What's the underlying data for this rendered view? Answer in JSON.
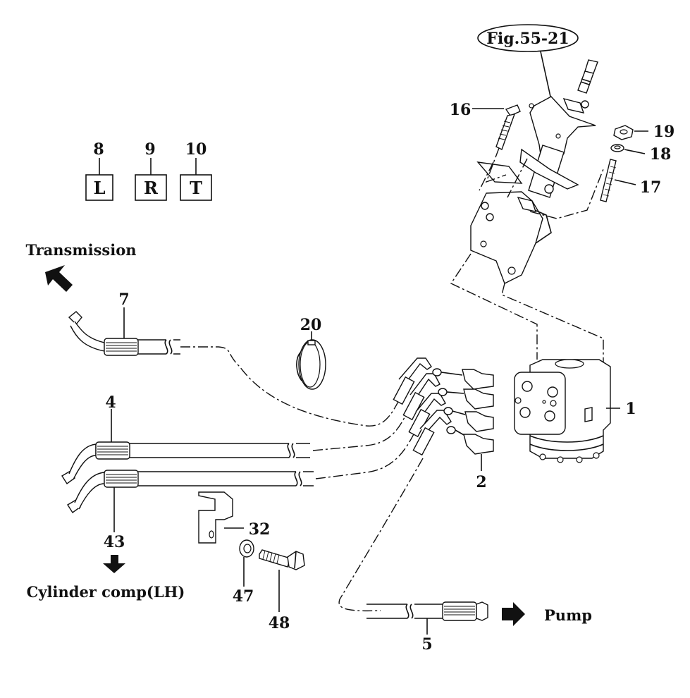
{
  "figure_ref": "Fig.55-21",
  "callouts": {
    "c1": "1",
    "c2": "2",
    "c4": "4",
    "c5": "5",
    "c7": "7",
    "c8": "8",
    "c9": "9",
    "c10": "10",
    "c16": "16",
    "c17": "17",
    "c18": "18",
    "c19": "19",
    "c20": "20",
    "c32": "32",
    "c43": "43",
    "c47": "47",
    "c48": "48"
  },
  "marking_labels": {
    "left": "L",
    "right": "R",
    "tank": "T"
  },
  "destinations": {
    "transmission": "Transmission",
    "cylinder": "Cylinder comp(LH)",
    "pump": "Pump"
  },
  "arrows": {
    "transmission": "arrow-up-left",
    "cylinder": "arrow-down",
    "pump": "arrow-right"
  }
}
